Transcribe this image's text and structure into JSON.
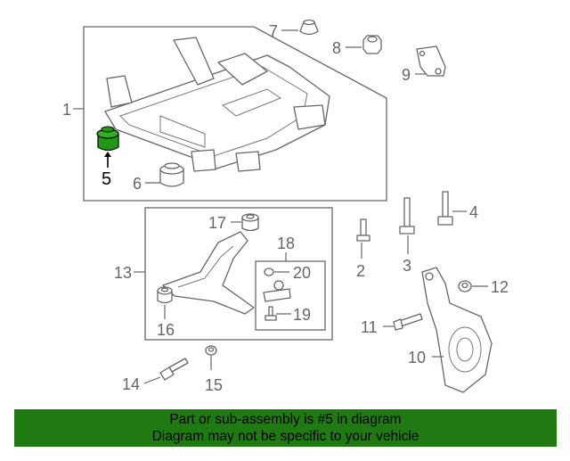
{
  "diagram": {
    "highlighted_part": "5",
    "highlight_color": "#1f9a10",
    "callouts": [
      {
        "id": "c1",
        "label": "1"
      },
      {
        "id": "c2",
        "label": "2"
      },
      {
        "id": "c3",
        "label": "3"
      },
      {
        "id": "c4",
        "label": "4"
      },
      {
        "id": "c5",
        "label": "5"
      },
      {
        "id": "c6",
        "label": "6"
      },
      {
        "id": "c7",
        "label": "7"
      },
      {
        "id": "c8",
        "label": "8"
      },
      {
        "id": "c9",
        "label": "9"
      },
      {
        "id": "c10",
        "label": "10"
      },
      {
        "id": "c11",
        "label": "11"
      },
      {
        "id": "c12",
        "label": "12"
      },
      {
        "id": "c13",
        "label": "13"
      },
      {
        "id": "c14",
        "label": "14"
      },
      {
        "id": "c15",
        "label": "15"
      },
      {
        "id": "c16",
        "label": "16"
      },
      {
        "id": "c17",
        "label": "17"
      },
      {
        "id": "c18",
        "label": "18"
      },
      {
        "id": "c19",
        "label": "19"
      },
      {
        "id": "c20",
        "label": "20"
      }
    ]
  },
  "banner": {
    "line1": "Part or sub-assembly is #5 in diagram",
    "line2": "Diagram may not be specific to your vehicle",
    "color": "#1f7a12"
  }
}
